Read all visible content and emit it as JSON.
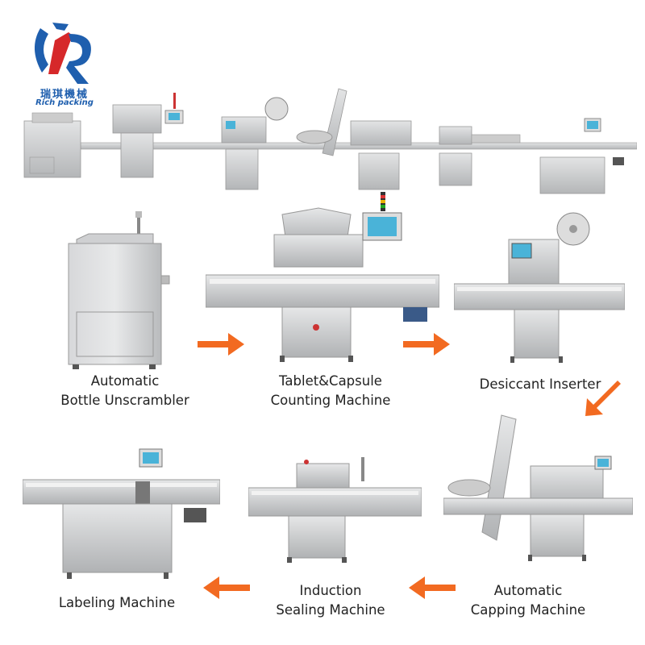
{
  "brand": {
    "name_cn": "瑞琪機械",
    "name_en": "Rich packing"
  },
  "steps": [
    {
      "line1": "Automatic",
      "line2": "Bottle Unscrambler"
    },
    {
      "line1": "Tablet&Capsule",
      "line2": "Counting Machine"
    },
    {
      "line1": "Desiccant Inserter",
      "line2": ""
    },
    {
      "line1": "Automatic",
      "line2": "Capping Machine"
    },
    {
      "line1": "Induction",
      "line2": "Sealing Machine"
    },
    {
      "line1": "Labeling Machine",
      "line2": ""
    }
  ],
  "colors": {
    "arrow": "#f26a21",
    "steel": "#c9cbcd",
    "steel_dark": "#8e9194",
    "brand_blue": "#1f5fae",
    "brand_red": "#d6282a"
  }
}
